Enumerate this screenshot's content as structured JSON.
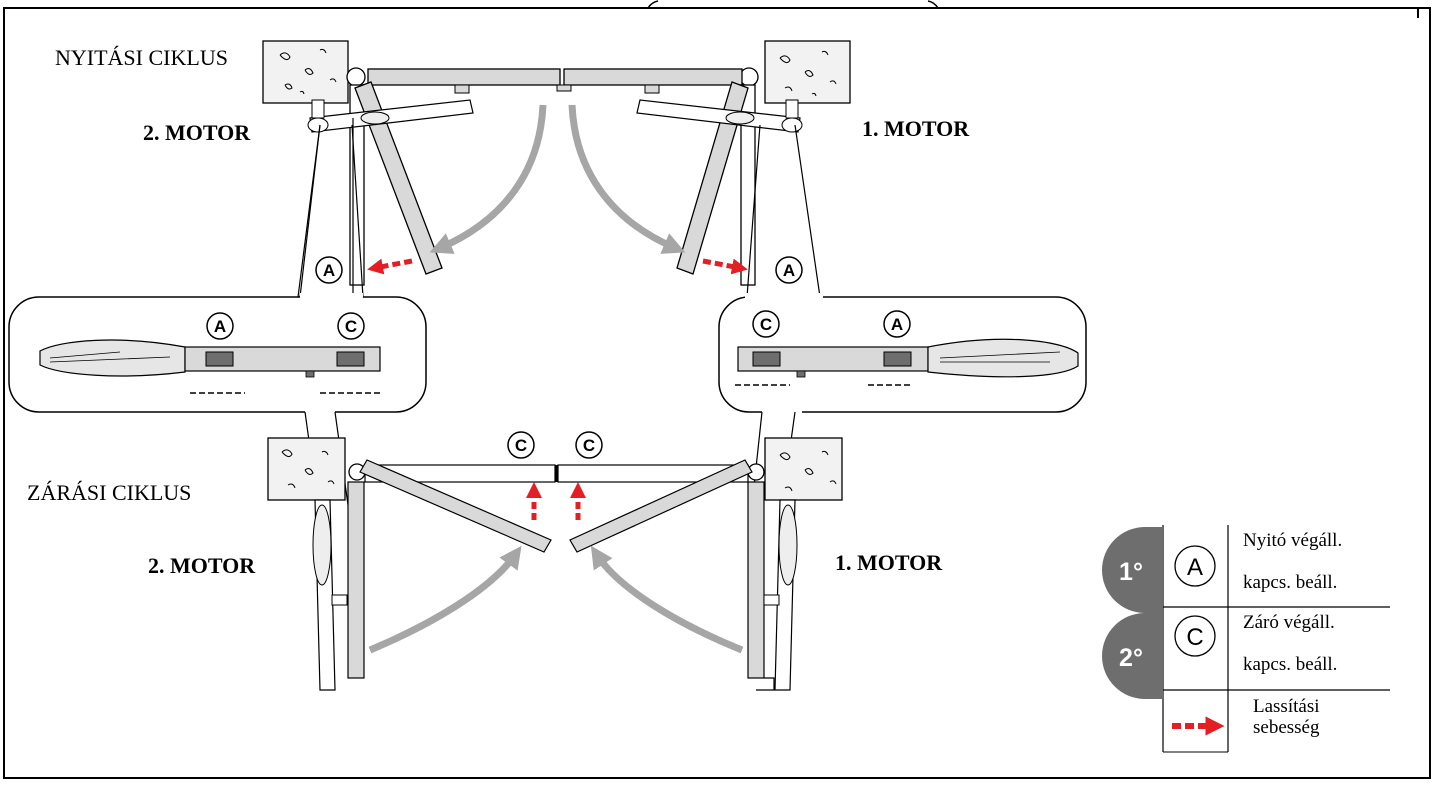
{
  "labels": {
    "opening_cycle": "NYITÁSI CIKLUS",
    "closing_cycle": "ZÁRÁSI CIKLUS",
    "motor_2_top": "2. MOTOR",
    "motor_1_top": "1. MOTOR",
    "motor_2_bottom": "2. MOTOR",
    "motor_1_bottom": "1. MOTOR"
  },
  "markers": {
    "a": "A",
    "c": "C"
  },
  "legend": {
    "rows": [
      {
        "step": "1°",
        "marker": "A",
        "line1": "Nyitó végáll.",
        "line2": "kapcs. beáll."
      },
      {
        "step": "2°",
        "marker": "C",
        "line1": "Záró végáll.",
        "line2": "kapcs. beáll."
      },
      {
        "line1": "Lassítási",
        "line2": "sebesség"
      }
    ]
  },
  "colors": {
    "slowdown_arrow": "#e31e24",
    "motion_arrow": "#a6a6a6",
    "step_badge": "#6e6e6e",
    "outline": "#000000"
  }
}
